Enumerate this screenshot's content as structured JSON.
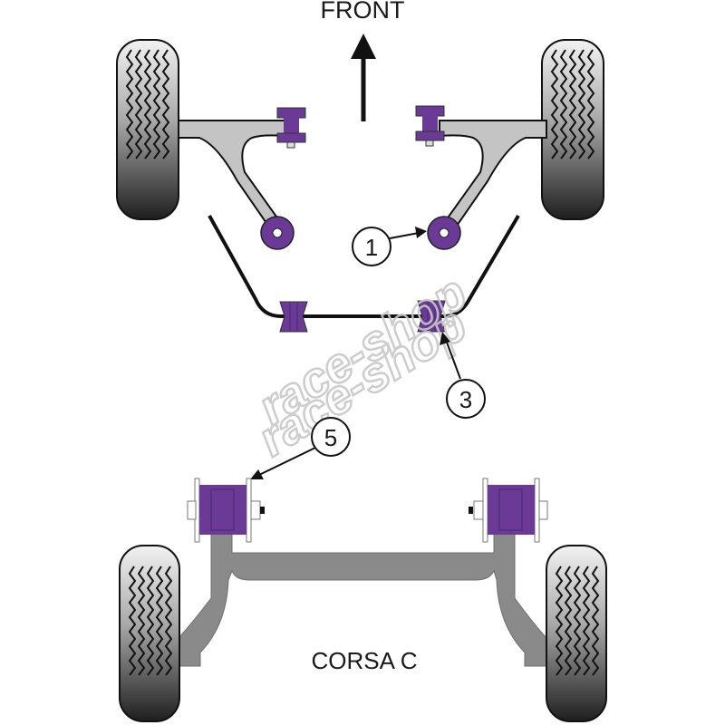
{
  "diagram": {
    "title": "FRONT",
    "model": "CORSA C",
    "watermark": "race-shop",
    "callouts": [
      {
        "number": "1",
        "target": "front-wishbone-rear-bush"
      },
      {
        "number": "3",
        "target": "anti-roll-bar-bush"
      },
      {
        "number": "5",
        "target": "rear-beam-bush"
      }
    ],
    "colors": {
      "bush_purple": "#6a3a96",
      "arm_light_gray": "#c4c4c4",
      "beam_gray": "#8a8a8a",
      "outline": "#1a1a1a"
    }
  }
}
